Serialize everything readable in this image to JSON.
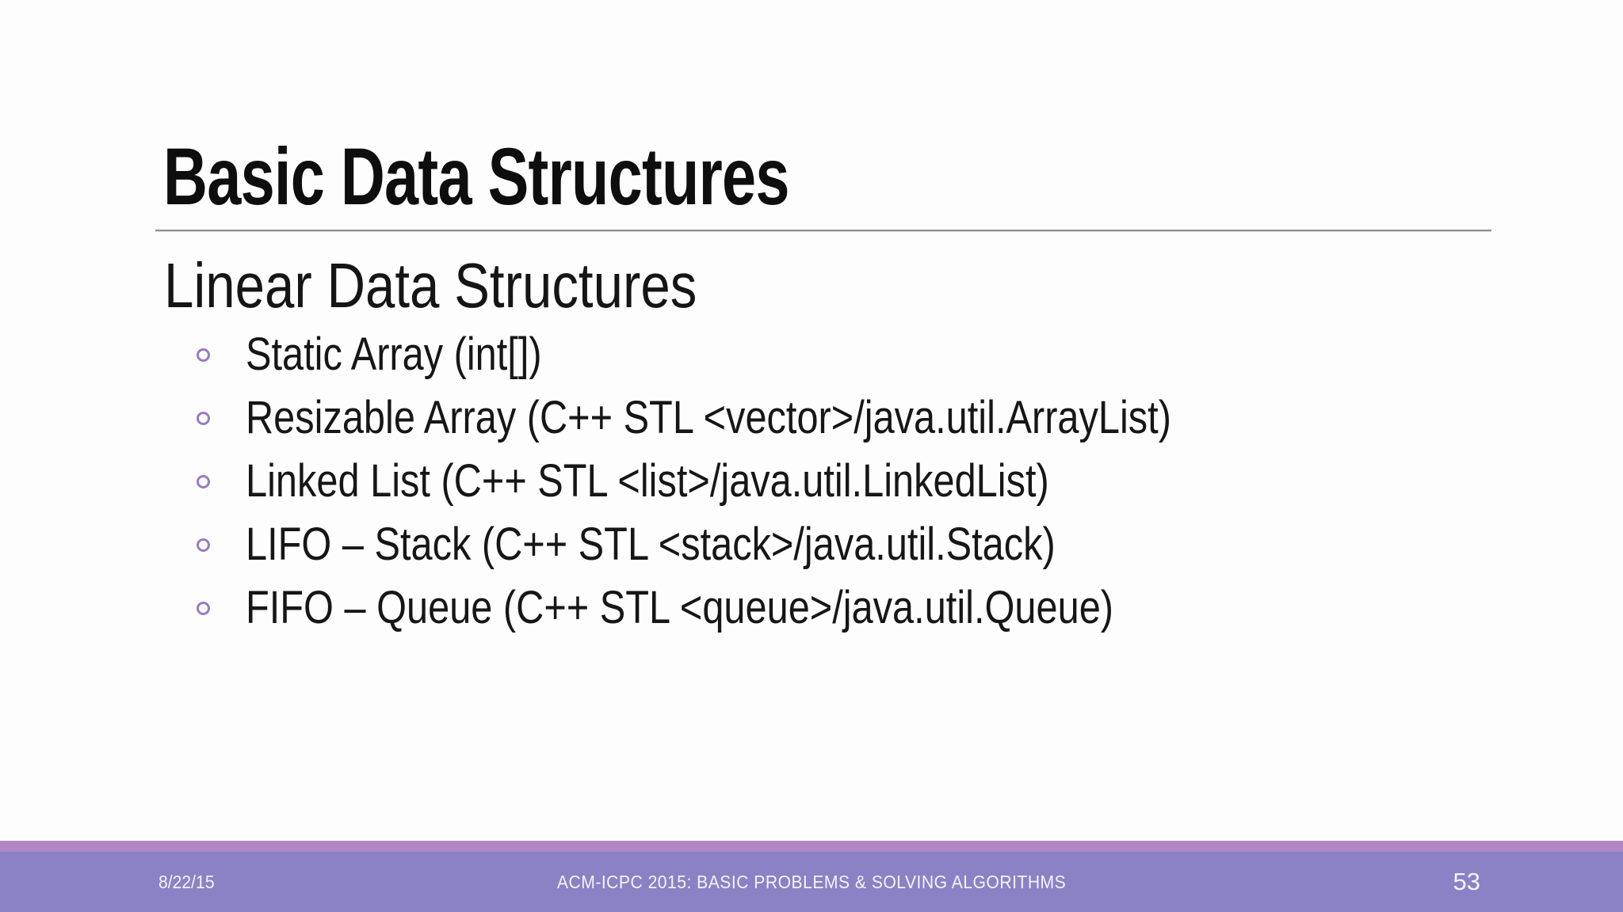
{
  "slide": {
    "title": "Basic Data Structures",
    "subtitle": "Linear Data Structures",
    "bullets": [
      "Static Array (int[])",
      "Resizable Array (C++ STL <vector>/java.util.ArrayList)",
      "Linked List (C++ STL <list>/java.util.LinkedList)",
      "LIFO – Stack (C++ STL <stack>/java.util.Stack)",
      "FIFO – Queue (C++ STL <queue>/java.util.Queue)"
    ],
    "bullet_icon": "open-circle"
  },
  "footer": {
    "date": "8/22/15",
    "event": "ACM-ICPC 2015: BASIC PROBLEMS & SOLVING ALGORITHMS",
    "page_number": "53"
  },
  "colors": {
    "background": "#fdfdfd",
    "text": "#141414",
    "rule": "#8f8f8f",
    "bullet_marker": "#9a7cc1",
    "footer_strip": "#b286c3",
    "footer_bar": "#8a82c4",
    "footer_text": "#f4f2fa"
  }
}
